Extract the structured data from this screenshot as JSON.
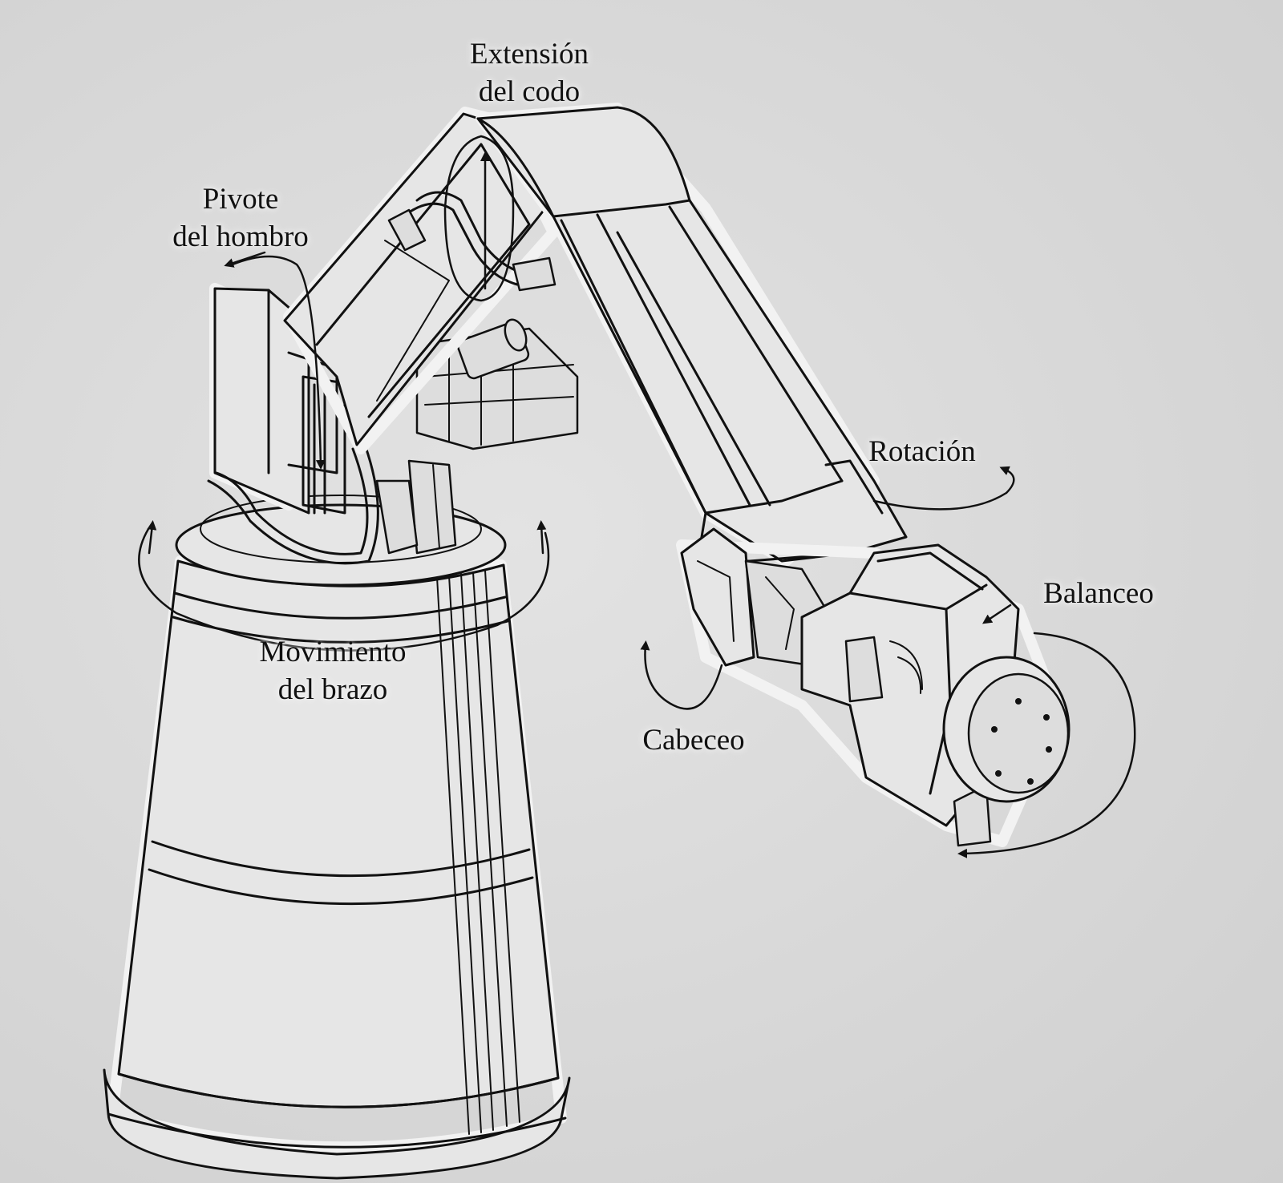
{
  "labels": {
    "elbow_extension": {
      "line1": "Extensión",
      "line2": "del codo"
    },
    "shoulder_pivot": {
      "line1": "Pivote",
      "line2": "del hombro"
    },
    "rotation": {
      "line1": "Rotación"
    },
    "roll": {
      "line1": "Balanceo"
    },
    "arm_sweep": {
      "line1": "Movimiento",
      "line2": "del brazo"
    },
    "pitch": {
      "line1": "Cabeceo"
    }
  },
  "colors": {
    "ink": "#111111",
    "paper": "#d9d9d9",
    "halo": "#f2f2f2"
  }
}
